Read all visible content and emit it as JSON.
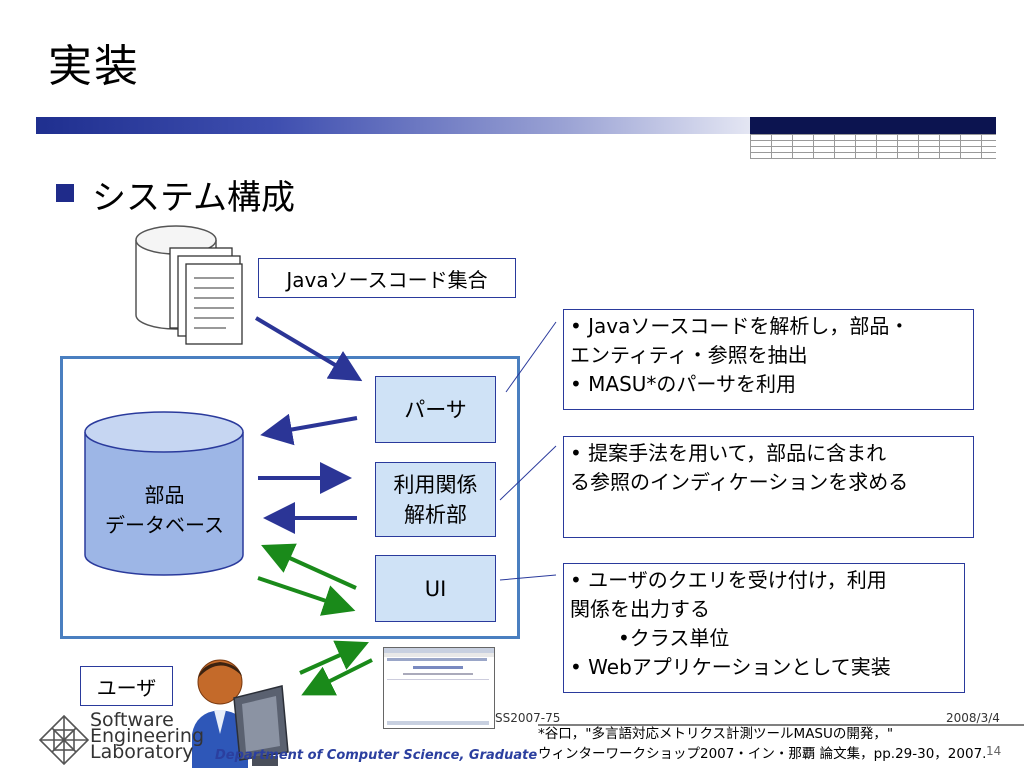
{
  "title": "実装",
  "subtitle": "システム構成",
  "labels": {
    "source": "Javaソースコード集合",
    "parser": "パーサ",
    "relation": [
      "利用関係",
      "解析部"
    ],
    "ui": "UI",
    "db": [
      "部品",
      "データベース"
    ],
    "user": "ユーザ"
  },
  "notes": {
    "parser": [
      "• Javaソースコードを解析し，部品・",
      "エンティティ・参照を抽出",
      "• MASU*のパーサを利用"
    ],
    "relation": [
      "• 提案手法を用いて，部品に含まれ",
      "る参照のインディケーションを求める"
    ],
    "ui": [
      "• ユーザのクエリを受け付け，利用",
      "関係を出力する",
      "•クラス単位",
      "• Webアプリケーションとして実装"
    ]
  },
  "footer": {
    "reference": [
      "*谷口，\"多言語対応メトリクス計測ツールMASUの開発，\"",
      "ウィンターワークショップ2007・イン・那覇 論文集，pp.29-30，2007."
    ],
    "conference": "SS2007-75",
    "date": "2008/3/4",
    "department": "Department of Computer Science, Graduate School",
    "page": "14",
    "logo": [
      "Software",
      "Engineering",
      "Laboratory"
    ]
  },
  "colors": {
    "arrow_blue": "#2b3596",
    "arrow_green": "#1a8a1a",
    "box_fill": "#cfe2f6",
    "frame": "#4a7fc0"
  }
}
